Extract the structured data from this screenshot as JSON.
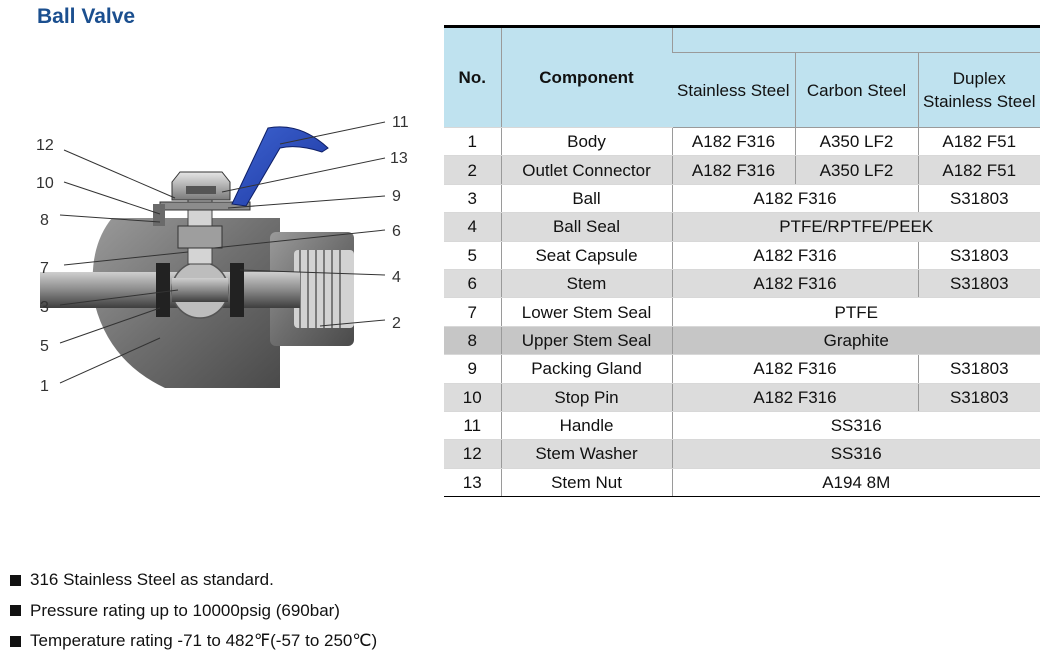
{
  "title": "Ball Valve",
  "callouts": [
    "1",
    "2",
    "3",
    "4",
    "5",
    "6",
    "7",
    "8",
    "9",
    "10",
    "11",
    "12",
    "13"
  ],
  "table": {
    "headers": {
      "no": "No.",
      "component": "Component",
      "materials": [
        "Stainless Steel",
        "Carbon Steel",
        "Duplex Stainless Steel"
      ]
    },
    "rows": [
      {
        "no": "1",
        "component": "Body",
        "cells": [
          "A182 F316",
          "A350 LF2",
          "A182 F51"
        ]
      },
      {
        "no": "2",
        "component": "Outlet Connector",
        "cells": [
          "A182 F316",
          "A350 LF2",
          "A182 F51"
        ]
      },
      {
        "no": "3",
        "component": "Ball",
        "cells": [
          "A182 F316",
          "S31803"
        ]
      },
      {
        "no": "4",
        "component": "Ball Seal",
        "cells": [
          "PTFE/RPTFE/PEEK"
        ]
      },
      {
        "no": "5",
        "component": "Seat Capsule",
        "cells": [
          "A182 F316",
          "S31803"
        ]
      },
      {
        "no": "6",
        "component": "Stem",
        "cells": [
          "A182 F316",
          "S31803"
        ]
      },
      {
        "no": "7",
        "component": "Lower Stem Seal",
        "cells": [
          "PTFE"
        ]
      },
      {
        "no": "8",
        "component": "Upper Stem Seal",
        "cells": [
          "Graphite"
        ]
      },
      {
        "no": "9",
        "component": "Packing Gland",
        "cells": [
          "A182 F316",
          "S31803"
        ]
      },
      {
        "no": "10",
        "component": "Stop Pin",
        "cells": [
          "A182 F316",
          "S31803"
        ]
      },
      {
        "no": "11",
        "component": "Handle",
        "cells": [
          "SS316"
        ]
      },
      {
        "no": "12",
        "component": "Stem Washer",
        "cells": [
          "SS316"
        ]
      },
      {
        "no": "13",
        "component": "Stem Nut",
        "cells": [
          "A194 8M"
        ]
      }
    ]
  },
  "notes": [
    "316 Stainless Steel as standard.",
    "Pressure rating up to 10000psig (690bar)",
    "Temperature rating -71 to 482℉(-57 to 250℃)"
  ],
  "colors": {
    "title": "#1b4f8f",
    "header_bg": "#bfe2ef",
    "row_alt": "#dcdcdc",
    "row_dark": "#c6c6c6",
    "handle": "#2244aa"
  }
}
